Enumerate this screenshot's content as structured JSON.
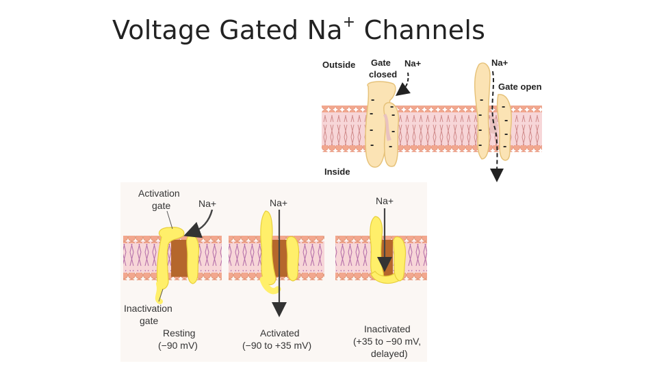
{
  "slide": {
    "title_main": "Voltage Gated Na",
    "title_sup": "+",
    "title_tail": " Channels"
  },
  "top_figure": {
    "outside_label": "Outside",
    "inside_label": "Inside",
    "gate_closed_label": [
      "Gate",
      "closed"
    ],
    "gate_open_label": "Gate open",
    "na_label": "Na+",
    "charge_symbol": "-"
  },
  "bottom_figure": {
    "activation_gate_label": [
      "Activation",
      "gate"
    ],
    "inactivation_gate_label": [
      "Inactivation",
      "gate"
    ],
    "na_label": "Na+",
    "states": [
      {
        "caption": [
          "Resting",
          "(−90 mV)"
        ]
      },
      {
        "caption": [
          "Activated",
          "(−90 to +35 mV)"
        ]
      },
      {
        "caption": [
          "Inactivated",
          "(+35 to −90 mV,",
          "delayed)"
        ]
      }
    ]
  },
  "colors": {
    "lipid_head": "#f2a78e",
    "lipid_band": "#f7d6d8",
    "lipid_tail": "#c9837f",
    "protein_top": "#fbe3b4",
    "protein_bottom": "#ffef6a",
    "channel_pore": "#b5672c",
    "paper_bg": "#fbf7f4"
  }
}
